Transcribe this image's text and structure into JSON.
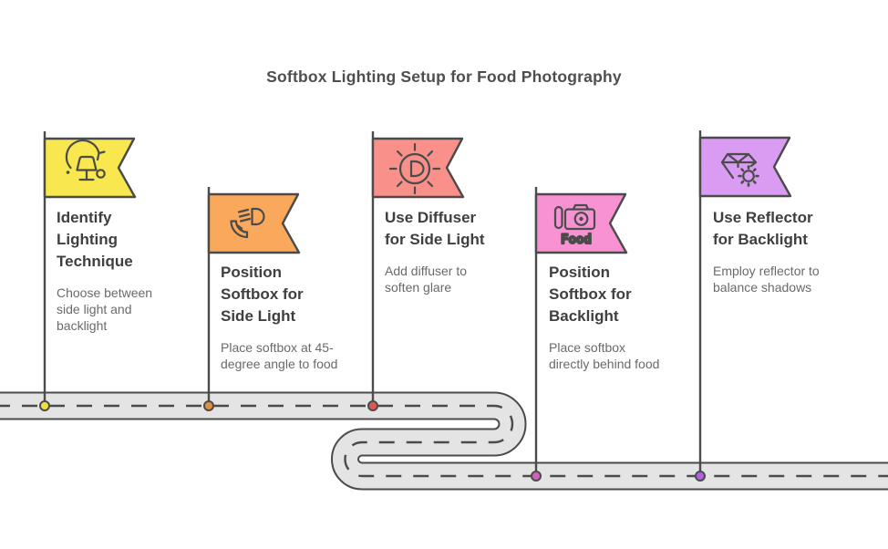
{
  "title": "Softbox Lighting Setup for Food Photography",
  "colors": {
    "outline": "#4B4B4B",
    "road_fill": "#E4E4E4",
    "title_text": "#4E4E4E",
    "heading_text": "#3F3F3F",
    "body_text": "#6A6A6A"
  },
  "steps": [
    {
      "heading": "Identify\nLighting\nTechnique",
      "body": "Choose between\nside light and\nbacklight",
      "flag_color": "#F8E74E",
      "dot_color": "#EFE23B",
      "icon": "lamp-rotation-icon"
    },
    {
      "heading": "Position\nSoftbox for\nSide Light",
      "body": "Place softbox at 45-\ndegree angle to food",
      "flag_color": "#F9A85C",
      "dot_color": "#DE9240",
      "icon": "headlight-beam-icon"
    },
    {
      "heading": "Use Diffuser\nfor Side Light",
      "body": "Add diffuser to\nsoften glare",
      "flag_color": "#F9908A",
      "dot_color": "#E05852",
      "icon": "sun-diffuser-icon"
    },
    {
      "heading": "Position\nSoftbox for\nBacklight",
      "body": "Place softbox\ndirectly behind food",
      "flag_color": "#F992D2",
      "dot_color": "#CE62B8",
      "icon": "food-camera-icon",
      "icon_label": "Food"
    },
    {
      "heading": "Use Reflector\nfor Backlight",
      "body": "Employ reflector to\nbalance shadows",
      "flag_color": "#D99CF2",
      "dot_color": "#B45FE6",
      "icon": "gem-reflector-icon"
    }
  ]
}
